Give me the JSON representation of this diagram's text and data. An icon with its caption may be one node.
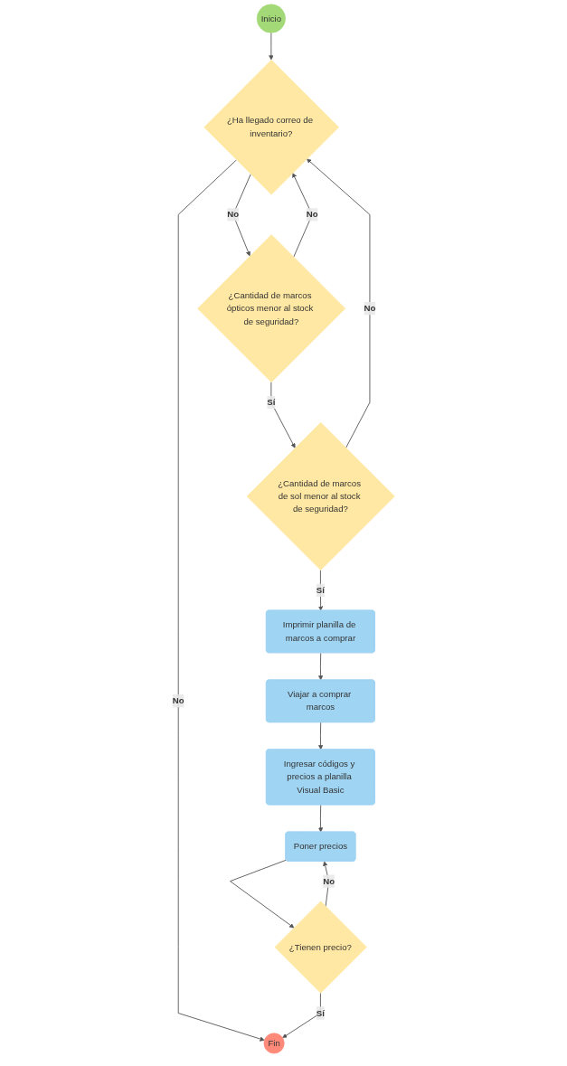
{
  "diagram": {
    "nodes": [
      {
        "text": [
          "Inicio"
        ]
      },
      {
        "text": [
          "¿Ha llegado correo de inventario?"
        ]
      },
      {
        "text": [
          "¿Cantidad de marcos ópticos menor al stock de seguridad?"
        ]
      },
      {
        "text": [
          "¿Cantidad de marcos de sol menor al stock de seguridad?"
        ]
      },
      {
        "text": [
          "Imprimir planilla de marcos a comprar"
        ]
      },
      {
        "text": [
          "Viajar a comprar marcos"
        ]
      },
      {
        "text": [
          "Ingresar códigos y precios a planilla Visual Basic"
        ]
      },
      {
        "text": [
          "Poner precios"
        ]
      },
      {
        "text": [
          "¿Tienen precio?"
        ]
      },
      {
        "text": [
          "Fin"
        ]
      }
    ],
    "edges": [
      {
        "from": 0,
        "to": 1,
        "arrow": "to"
      },
      {
        "from": 1,
        "to": 2,
        "arrow": "to",
        "label": "No"
      },
      {
        "from": 2,
        "to": 1,
        "arrow": "to",
        "label": "No"
      },
      {
        "from": 2,
        "to": 3,
        "arrow": "to",
        "label": "Sí"
      },
      {
        "from": 3,
        "to": 1,
        "arrow": "to",
        "label": "No"
      },
      {
        "from": 1,
        "to": 9,
        "arrow": "to",
        "label": "No"
      },
      {
        "from": 3,
        "to": 4,
        "arrow": "to",
        "label": "Sí"
      },
      {
        "from": 4,
        "to": 5,
        "arrow": "to"
      },
      {
        "from": 5,
        "to": 6,
        "arrow": "to"
      },
      {
        "from": 6,
        "to": 7,
        "arrow": "to"
      },
      {
        "from": 7,
        "to": 8,
        "arrow": "to"
      },
      {
        "from": 8,
        "to": 7,
        "arrow": "to",
        "label": "No"
      },
      {
        "from": 8,
        "to": 9,
        "arrow": "to",
        "label": "Sí"
      }
    ]
  }
}
